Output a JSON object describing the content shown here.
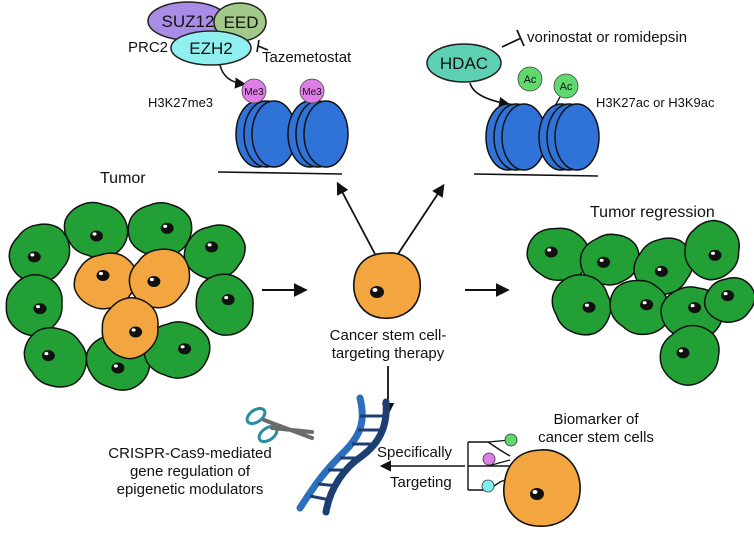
{
  "prc2": {
    "suz12": "SUZ12",
    "eed": "EED",
    "ezh2": "EZH2",
    "complex_label": "PRC2",
    "inhibitor": "Tazemetostat",
    "mark_label": "H3K27me3",
    "tag": "Me3",
    "colors": {
      "suz12": "#a98ce6",
      "eed": "#a3c98a",
      "ezh2": "#8ff0ef",
      "me3": "#e07ee8"
    }
  },
  "hdac": {
    "label": "HDAC",
    "inhibitor": "vorinostat or romidepsin",
    "mark_label": "H3K27ac or H3K9ac",
    "tag": "Ac",
    "colors": {
      "hdac": "#5ed1b4",
      "ac": "#5fd86e"
    }
  },
  "tumor": {
    "label": "Tumor"
  },
  "therapy": {
    "line1": "Cancer stem cell-",
    "line2": "targeting therapy"
  },
  "regression": {
    "label": "Tumor regression"
  },
  "crispr": {
    "line1": "CRISPR-Cas9-mediated",
    "line2": "gene regulation of",
    "line3": "epigenetic modulators"
  },
  "arrows": {
    "specifically": "Specifically",
    "targeting": "Targeting"
  },
  "biomarker": {
    "line1": "Biomarker of",
    "line2": "cancer stem cells"
  },
  "colors": {
    "normal_cell": "#22a035",
    "stem_cell": "#f3a540",
    "nucleosome": "#2f73d9",
    "dna_blue": "#2d6fbf"
  }
}
